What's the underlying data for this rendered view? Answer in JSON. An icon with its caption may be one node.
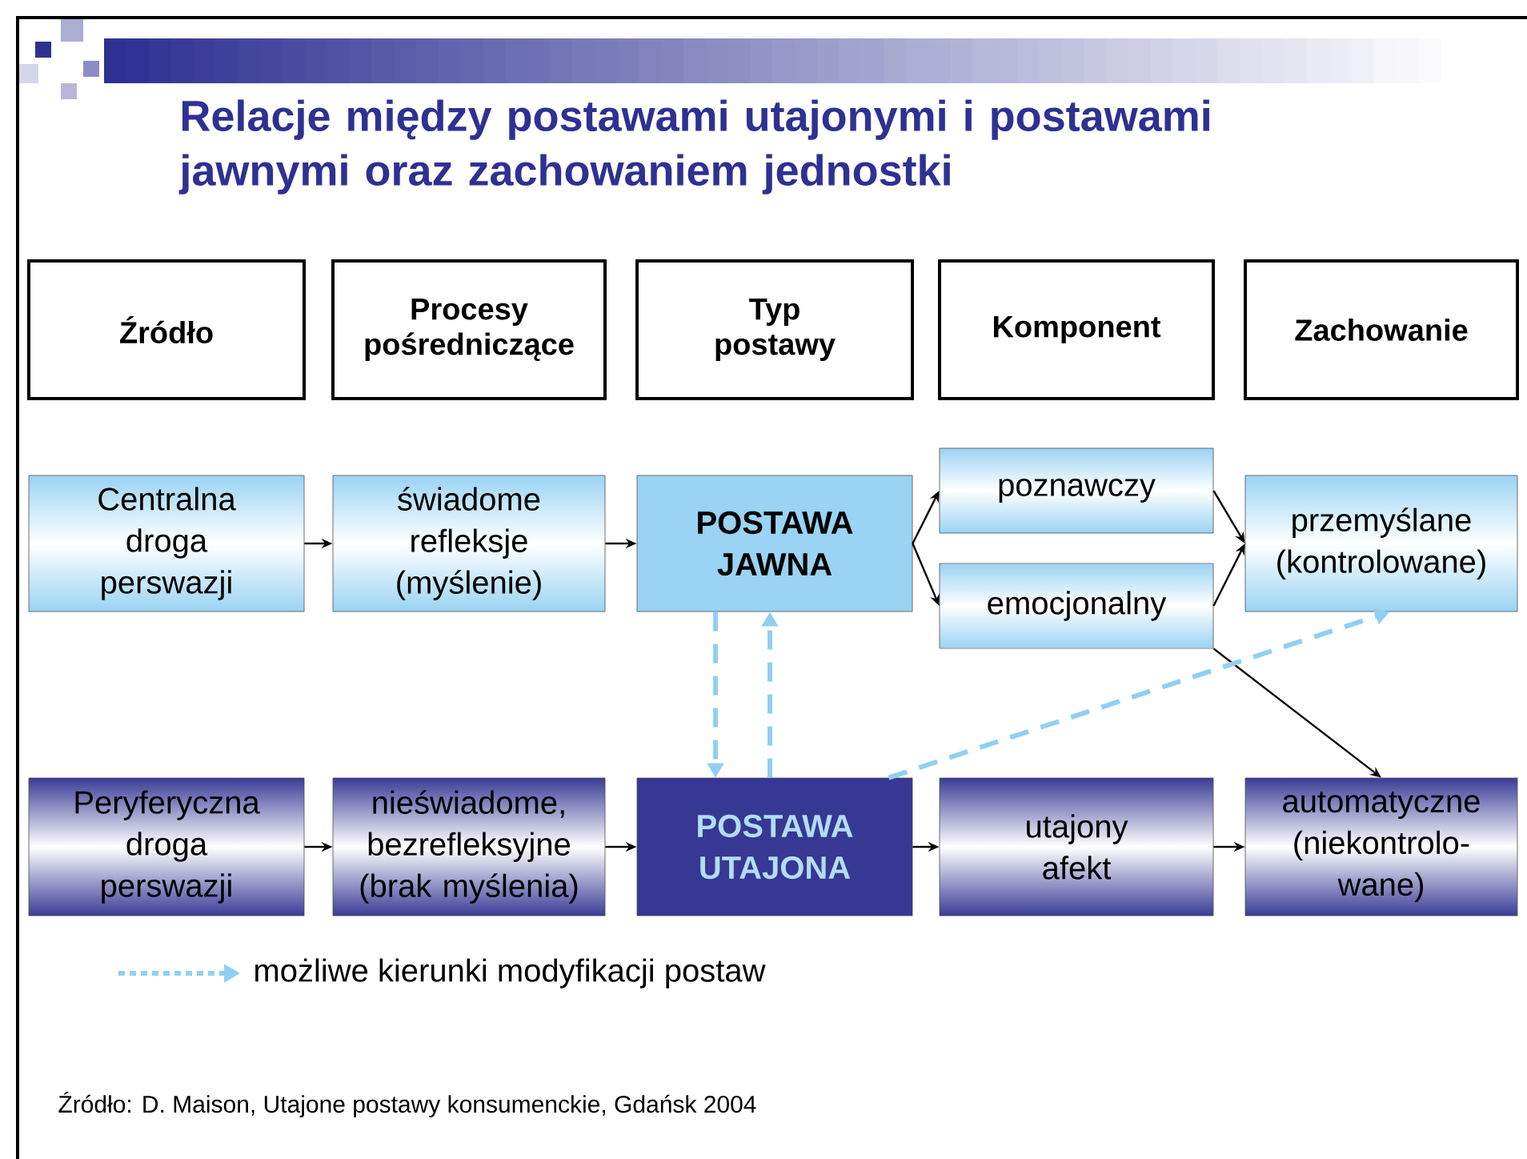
{
  "diagram": {
    "title": "Relacje między postawami utajonymi i postawami jawnymi oraz zachowaniem jednostki",
    "caption": "Źródło: D. Maison, Utajone postawy konsumenckie, Gdańsk 2004",
    "nodes": [
      {
        "text": [
          "Źródło"
        ]
      },
      {
        "text": [
          "Procesy pośredniczące"
        ]
      },
      {
        "text": [
          "Typ postawy"
        ]
      },
      {
        "text": [
          "Komponent"
        ]
      },
      {
        "text": [
          "Zachowanie"
        ]
      },
      {
        "text": [
          "Centralna droga perswazji"
        ]
      },
      {
        "text": [
          "świadome refleksje (myślenie)"
        ]
      },
      {
        "text": [
          "POSTAWA JAWNA"
        ]
      },
      {
        "text": [
          "poznawczy"
        ]
      },
      {
        "text": [
          "emocjonalny"
        ]
      },
      {
        "text": [
          "przemyślane (kontrolowane)"
        ]
      },
      {
        "text": [
          "Peryferyczna droga perswazji"
        ]
      },
      {
        "text": [
          "nieświadome, bezrefleksyjne (brak myślenia)"
        ]
      },
      {
        "text": [
          "POSTAWA UTAJONA"
        ]
      },
      {
        "text": [
          "utajony afekt"
        ]
      },
      {
        "text": [
          "automatyczne (niekontrolo- wane)"
        ]
      }
    ],
    "edges": [
      {
        "from": 5,
        "to": 6,
        "arrow": "to"
      },
      {
        "from": 6,
        "to": 7,
        "arrow": "to"
      },
      {
        "from": 7,
        "to": 8,
        "arrow": "to"
      },
      {
        "from": 7,
        "to": 9,
        "arrow": "to"
      },
      {
        "from": 8,
        "to": 10,
        "arrow": "to"
      },
      {
        "from": 9,
        "to": 10,
        "arrow": "to"
      },
      {
        "from": 11,
        "to": 12,
        "arrow": "to"
      },
      {
        "from": 12,
        "to": 13,
        "arrow": "to"
      },
      {
        "from": 13,
        "to": 14,
        "arrow": "to"
      },
      {
        "from": 14,
        "to": 15,
        "arrow": "to"
      },
      {
        "from": 9,
        "to": 15,
        "arrow": "to"
      },
      {
        "from": 7,
        "to": 13,
        "arrow": "to",
        "style": "dashed",
        "color": "#8fd0f2"
      },
      {
        "from": 13,
        "to": 7,
        "arrow": "to",
        "style": "dashed",
        "color": "#8fd0f2"
      },
      {
        "from": 13,
        "to": 10,
        "arrow": "to",
        "style": "dashed",
        "color": "#8fd0f2"
      }
    ],
    "legend": [
      {
        "text": "możliwe kierunki modyfikacji postaw"
      }
    ]
  }
}
